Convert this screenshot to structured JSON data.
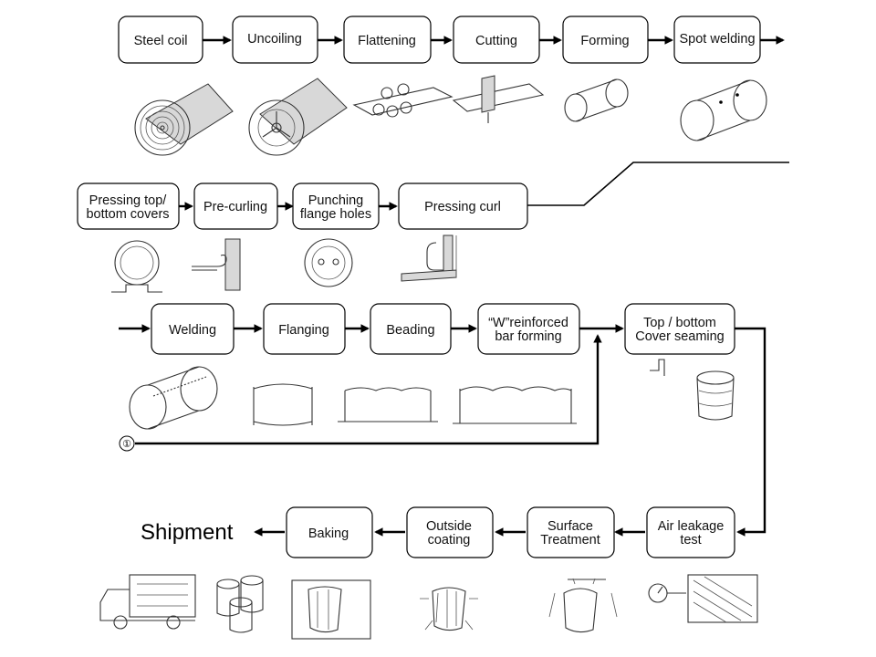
{
  "steps": {
    "steel_coil": [
      "Steel coil"
    ],
    "uncoiling": [
      "Uncoiling"
    ],
    "flattening": [
      "Flattening"
    ],
    "cutting": [
      "Cutting"
    ],
    "forming": [
      "Forming"
    ],
    "spot_welding": [
      "Spot welding"
    ],
    "pressing_covers": [
      "Pressing top/",
      "bottom covers"
    ],
    "pre_curling": [
      "Pre-curling"
    ],
    "punching": [
      "Punching",
      "flange holes"
    ],
    "pressing_curl": [
      "Pressing curl"
    ],
    "welding": [
      "Welding"
    ],
    "flanging": [
      "Flanging"
    ],
    "beading": [
      "Beading"
    ],
    "w_bar": [
      "“W”reinforced",
      "bar forming"
    ],
    "cover_seaming": [
      "Top / bottom",
      "Cover seaming"
    ],
    "air_leakage": [
      "Air leakage",
      "test"
    ],
    "surface_treatment": [
      "Surface",
      "Treatment"
    ],
    "outside_coating": [
      "Outside",
      "coating"
    ],
    "baking": [
      "Baking"
    ]
  },
  "shipment_label": "Shipment",
  "branch_marker": "①"
}
